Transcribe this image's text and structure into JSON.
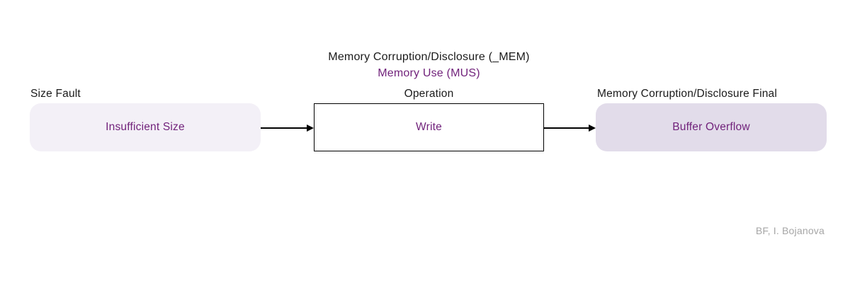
{
  "header": {
    "title": "Memory Corruption/Disclosure (_MEM)",
    "subtitle": "Memory Use (MUS)"
  },
  "diagram": {
    "nodes": [
      {
        "label": "Size Fault",
        "value": "Insufficient Size",
        "type": "cause"
      },
      {
        "label": "Operation",
        "value": "Write",
        "type": "operation"
      },
      {
        "label": "Memory Corruption/Disclosure Final",
        "value": "Buffer Overflow",
        "type": "final"
      }
    ],
    "arrows": [
      {
        "from": "Insufficient Size",
        "to": "Write"
      },
      {
        "from": "Write",
        "to": "Buffer Overflow"
      }
    ]
  },
  "footer": {
    "attribution": "BF, I. Bojanova"
  },
  "colors": {
    "purple_text": "#71227B",
    "black_text": "#1a1a1a",
    "cause_box_bg": "#f3f0f7",
    "final_box_bg": "#e2dcea",
    "operation_border": "#000000",
    "attribution_gray": "#a6a6a6"
  }
}
